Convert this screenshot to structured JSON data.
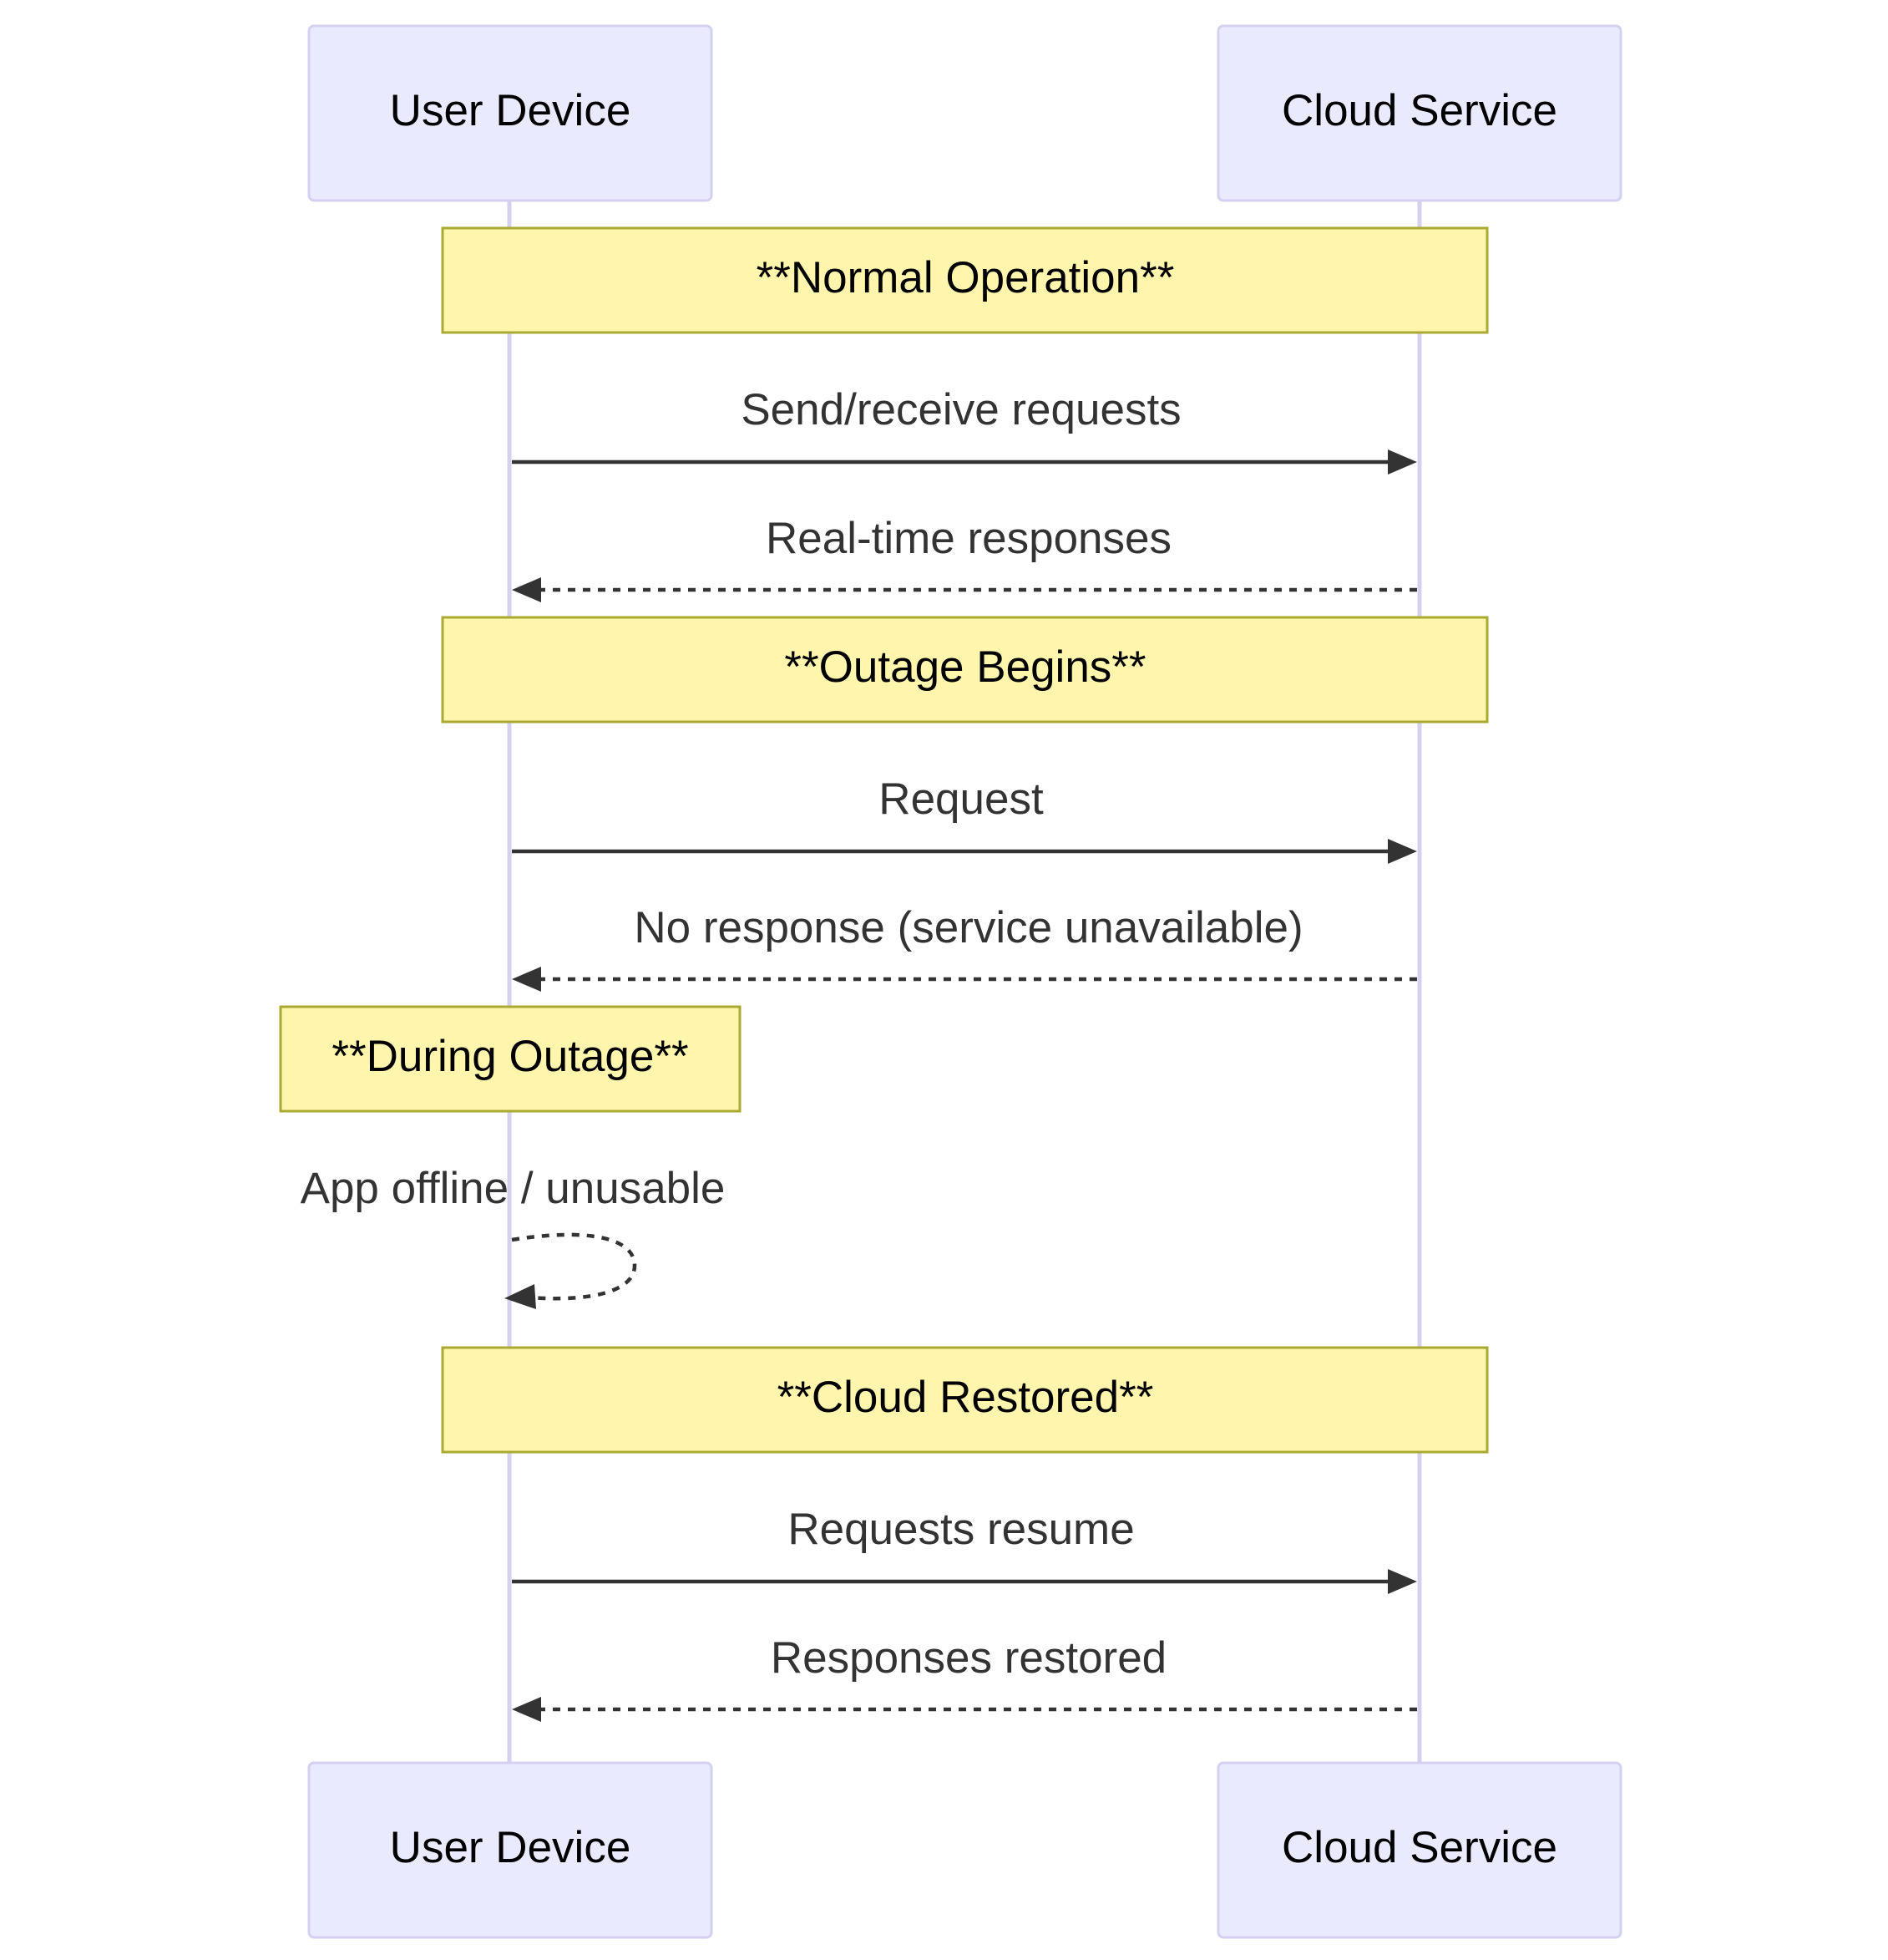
{
  "participants": {
    "user_device": "User Device",
    "cloud_service": "Cloud Service"
  },
  "notes": {
    "normal_operation": "**Normal Operation**",
    "outage_begins": "**Outage Begins**",
    "during_outage": "**During Outage**",
    "cloud_restored": "**Cloud Restored**"
  },
  "messages": {
    "send_receive": "Send/receive requests",
    "realtime_responses": "Real-time responses",
    "request": "Request",
    "no_response": "No response (service unavailable)",
    "app_offline": "App offline / unusable",
    "requests_resume": "Requests resume",
    "responses_restored": "Responses restored"
  },
  "colors": {
    "actor_fill": "#eaeaff",
    "actor_stroke": "#d6d0f0",
    "note_fill": "#fff5ad",
    "note_stroke": "#aaaa33",
    "arrow": "#333333"
  }
}
